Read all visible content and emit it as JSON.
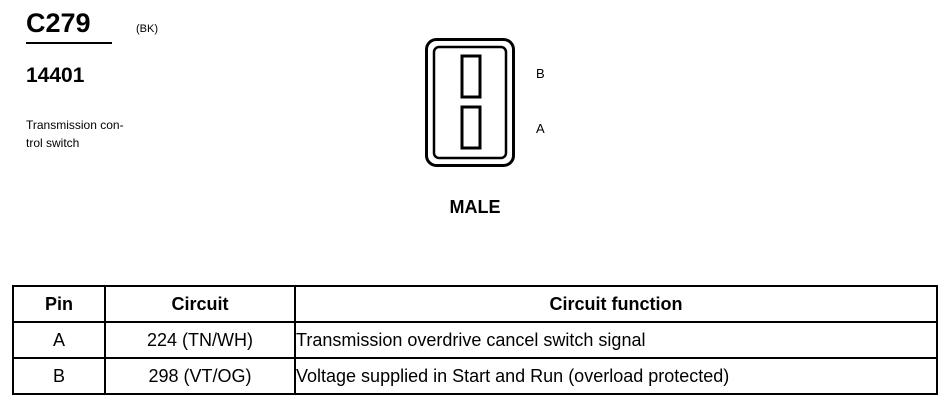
{
  "connector": {
    "id": "C279",
    "color": "(BK)",
    "part_number": "14401",
    "description_lines": [
      "Transmission con-",
      "trol switch"
    ],
    "pin_labels": [
      "B",
      "A"
    ],
    "gender": "MALE"
  },
  "table": {
    "headers": [
      "Pin",
      "Circuit",
      "Circuit function"
    ],
    "rows": [
      {
        "pin": "A",
        "circuit": "224 (TN/WH)",
        "function": "Transmission overdrive cancel switch signal"
      },
      {
        "pin": "B",
        "circuit": "298 (VT/OG)",
        "function": "Voltage supplied in Start and Run (overload protected)"
      }
    ]
  }
}
